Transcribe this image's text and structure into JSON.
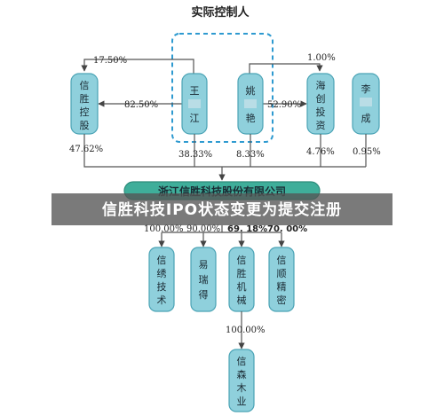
{
  "title": "实际控制人",
  "persons": {
    "wang": [
      "王",
      "江"
    ],
    "yao": [
      "姚",
      "艳"
    ]
  },
  "shareholders": {
    "xinsheng": [
      "信",
      "胜",
      "控",
      "股"
    ],
    "haichuang": [
      "海",
      "创",
      "投",
      "资"
    ],
    "li": [
      "李",
      "成"
    ]
  },
  "percentages": {
    "wang_to_xinsheng_top": "17.50%",
    "yao_to_haichuang_top": "1.00%",
    "wang_to_xinsheng": "82.50%",
    "yao_to_haichuang": "52.90%",
    "xinsheng_to_company": "47.62%",
    "wang_to_company": "38.33%",
    "yao_to_company": "8.33%",
    "haichuang_to_company": "4.76%",
    "li_to_company": "0.95%"
  },
  "company": "浙江信胜科技股份有限公司",
  "banner": "信胜科技IPO状态变更为提交注册",
  "subsidiaries": [
    {
      "pct": "100.00%",
      "chars": [
        "信",
        "绣",
        "技",
        "术"
      ]
    },
    {
      "pct": "90.00%",
      "chars": [
        "易",
        "瑞",
        "得"
      ]
    },
    {
      "pct": "69. 18%",
      "chars": [
        "信",
        "胜",
        "机",
        "械"
      ]
    },
    {
      "pct": "70. 00%",
      "chars": [
        "信",
        "顺",
        "精",
        "密"
      ]
    }
  ],
  "sub_sub": {
    "pct": "100.00%",
    "chars": [
      "信",
      "森",
      "木",
      "业"
    ]
  },
  "colors": {
    "box_fill": "#8fd0dc",
    "box_stroke": "#4aa3b5",
    "company_fill": "#3fae9a",
    "dash": "#2e9ad0",
    "banner_bg": "#555555"
  }
}
